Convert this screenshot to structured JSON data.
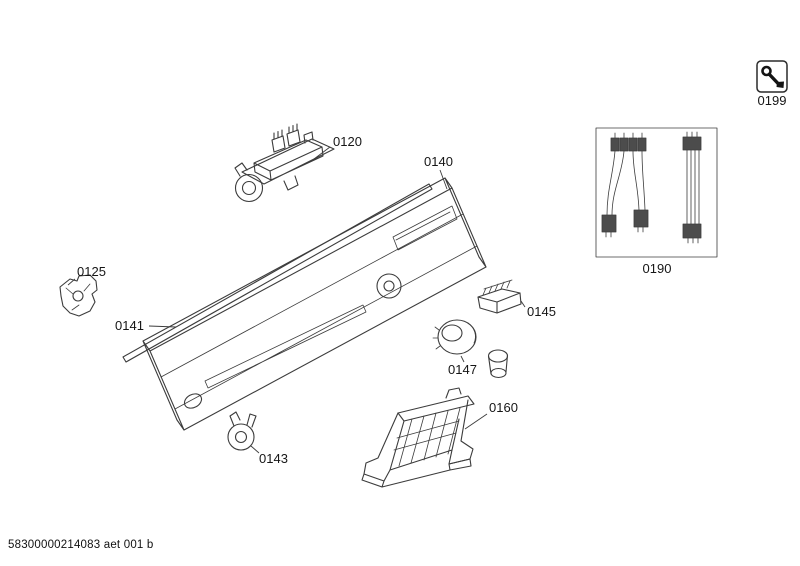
{
  "colors": {
    "line": "#3c3c3c",
    "label_text": "#161616",
    "background": "#ffffff"
  },
  "parts": {
    "control_module": {
      "label": "0120"
    },
    "fastening_clip": {
      "label": "0125"
    },
    "control_panel": {
      "label": "0140"
    },
    "trim_strip": {
      "label": "0141"
    },
    "push_button": {
      "label": "0143"
    },
    "switch": {
      "label": "0145"
    },
    "rotary_knob": {
      "label": "0147"
    },
    "support_bracket": {
      "label": "0160"
    },
    "cable_set": {
      "label": "0190"
    },
    "special_tool": {
      "label": "0199"
    }
  },
  "icons": {
    "special_tool": "wrench-icon"
  },
  "footer": {
    "document_code": "58300000214083 aet 001 b"
  }
}
